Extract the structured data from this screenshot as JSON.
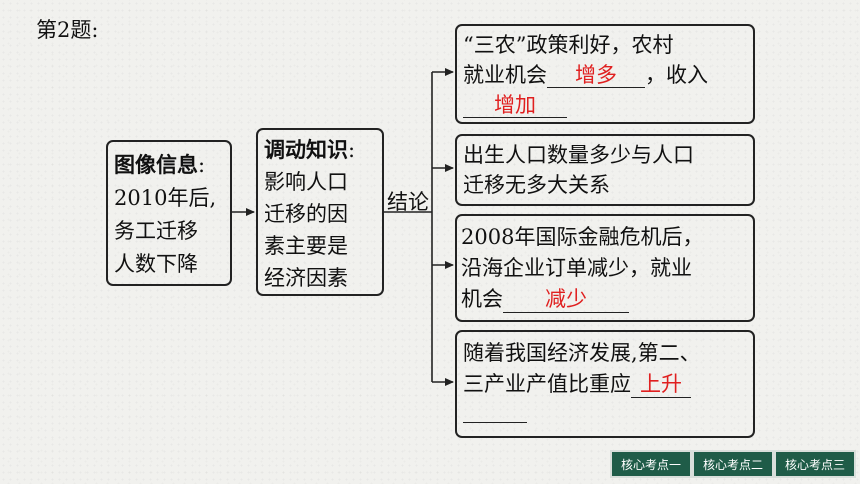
{
  "title": "第2题:",
  "info_box": {
    "heading": "图像信息",
    "colon": ":",
    "line1": "2010年后,",
    "line2": "务工迁移",
    "line3": "人数下降"
  },
  "knowledge_box": {
    "heading": "调动知识",
    "colon": ":",
    "line1": "影响人口",
    "line2": "迁移的因",
    "line3": "素主要是",
    "line4": "经济因素"
  },
  "connector_label": "结论",
  "conclusions": [
    {
      "line1": "“三农”政策利好，农村",
      "line2_prefix": "就业机会",
      "answer1": "增多",
      "line2_suffix": "，收入",
      "answer2": "增加"
    },
    {
      "line1": "出生人口数量多少与人口",
      "line2": "迁移无多大关系"
    },
    {
      "line1": "2008年国际金融危机后，",
      "line2": "沿海企业订单减少，就业",
      "line3_prefix": "机会",
      "answer": "减少"
    },
    {
      "line1": "随着我国经济发展,第二、",
      "line2_prefix": "三产业产值比重应",
      "answer": "上升"
    }
  ],
  "nav": {
    "btn1": "核心考点一",
    "btn2": "核心考点二",
    "btn3": "核心考点三"
  }
}
